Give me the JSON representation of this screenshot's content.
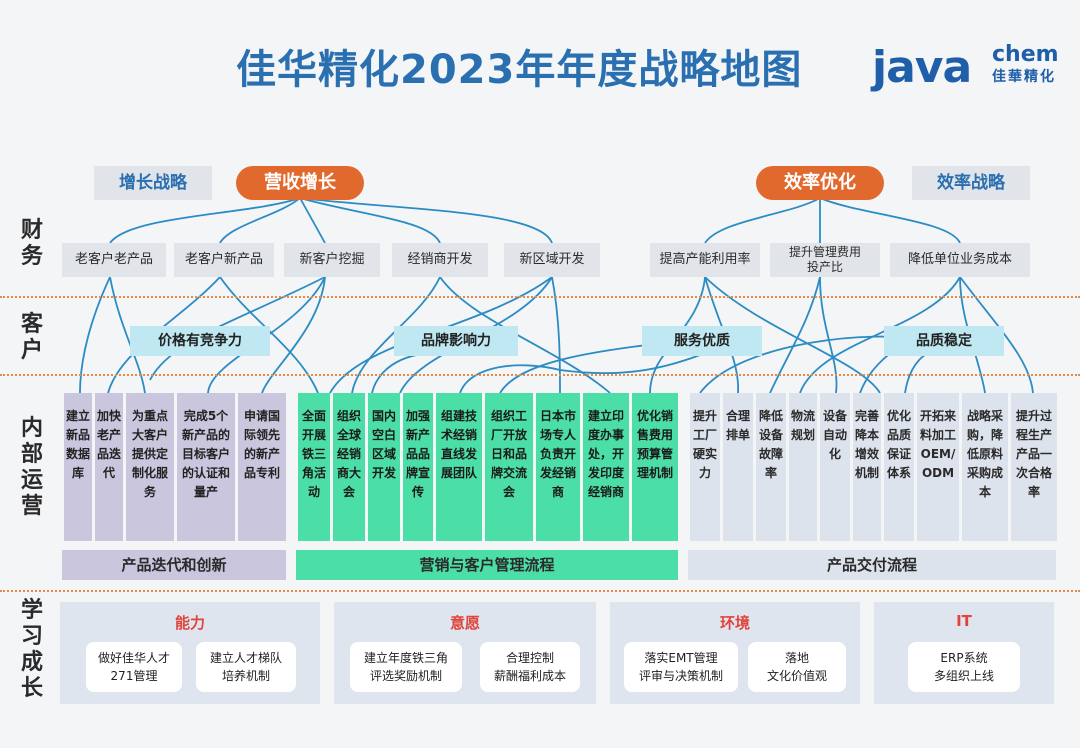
{
  "header": {
    "title": "佳华精化2023年年度战略地图",
    "logo_main": "java",
    "logo_chem": "chem",
    "logo_cn": "佳華精化"
  },
  "row_labels": {
    "finance": "财务",
    "customer": "客户",
    "operations": "内部运营",
    "learning": "学习成长"
  },
  "strategy": {
    "growth": "增长战略",
    "efficiency": "效率战略"
  },
  "goals": {
    "revenue": "营收增长",
    "efficiency": "效率优化"
  },
  "finance_items": [
    "老客户老产品",
    "老客户新产品",
    "新客户挖掘",
    "经销商开发",
    "新区域开发",
    "提高产能利用率",
    "提升管理费用\n投产比",
    "降低单位业务成本"
  ],
  "customer_items": [
    "价格有竞争力",
    "品牌影响力",
    "服务优质",
    "品质稳定"
  ],
  "operations_items": [
    "建立新品数据库",
    "加快老产品迭代",
    "为重点大客户提供定制化服务",
    "完成5个新产品的目标客户的认证和量产",
    "申请国际领先的新产品专利",
    "全面开展铁三角活动",
    "组织全球经销商大会",
    "国内空白区域开发",
    "加强新产品品牌宣传",
    "组建技术经销直线发展团队",
    "组织工厂开放日和品牌交流会",
    "日本市场专人负责开发经销商",
    "建立印度办事处，开发印度经销商",
    "优化销售费用预算管理机制",
    "提升工厂硬实力",
    "合理排单",
    "降低设备故障率",
    "物流规划",
    "设备自动化",
    "完善降本增效机制",
    "优化品质保证体系",
    "开拓来料加工OEM/ODM",
    "战略采购，降低原料采购成本",
    "提升过程生产产品一次合格率"
  ],
  "processes": [
    "产品迭代和创新",
    "营销与客户管理流程",
    "产品交付流程"
  ],
  "learning": [
    {
      "title": "能力",
      "items": [
        "做好佳华人才\n271管理",
        "建立人才梯队\n培养机制"
      ]
    },
    {
      "title": "意愿",
      "items": [
        "建立年度铁三角\n评选奖励机制",
        "合理控制\n薪酬福利成本"
      ]
    },
    {
      "title": "环境",
      "items": [
        "落实EMT管理\n评审与决策机制",
        "落地\n文化价值观"
      ]
    },
    {
      "title": "IT",
      "items": [
        "ERP系统\n多组织上线"
      ]
    }
  ],
  "colors": {
    "title_blue": "#2a6fb0",
    "oval_orange": "#e2692e",
    "line_blue": "#2b8cc4",
    "ops_purple": "#c9c6dd",
    "ops_green": "#4cdea7",
    "ops_grey_blue": "#dde3ec",
    "customer_cyan": "#bfe8f2",
    "learning_title_red": "#e0443c"
  }
}
